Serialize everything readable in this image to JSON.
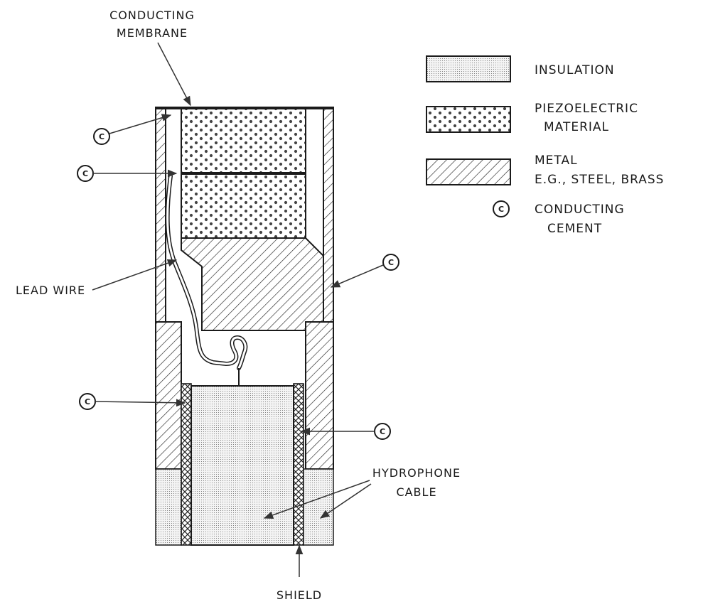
{
  "labels": {
    "conducting_membrane_1": "CONDUCTING",
    "conducting_membrane_2": "MEMBRANE",
    "lead_wire": "LEAD WIRE",
    "hydrophone_cable_1": "HYDROPHONE",
    "hydrophone_cable_2": "CABLE",
    "shield": "SHIELD",
    "c_mark": "C"
  },
  "legend": {
    "insulation": "INSULATION",
    "piezo_1": "PIEZOELECTRIC",
    "piezo_2": "MATERIAL",
    "metal_1": "METAL",
    "metal_2": "E.G., STEEL, BRASS",
    "cement_1": "CONDUCTING",
    "cement_2": "CEMENT"
  }
}
